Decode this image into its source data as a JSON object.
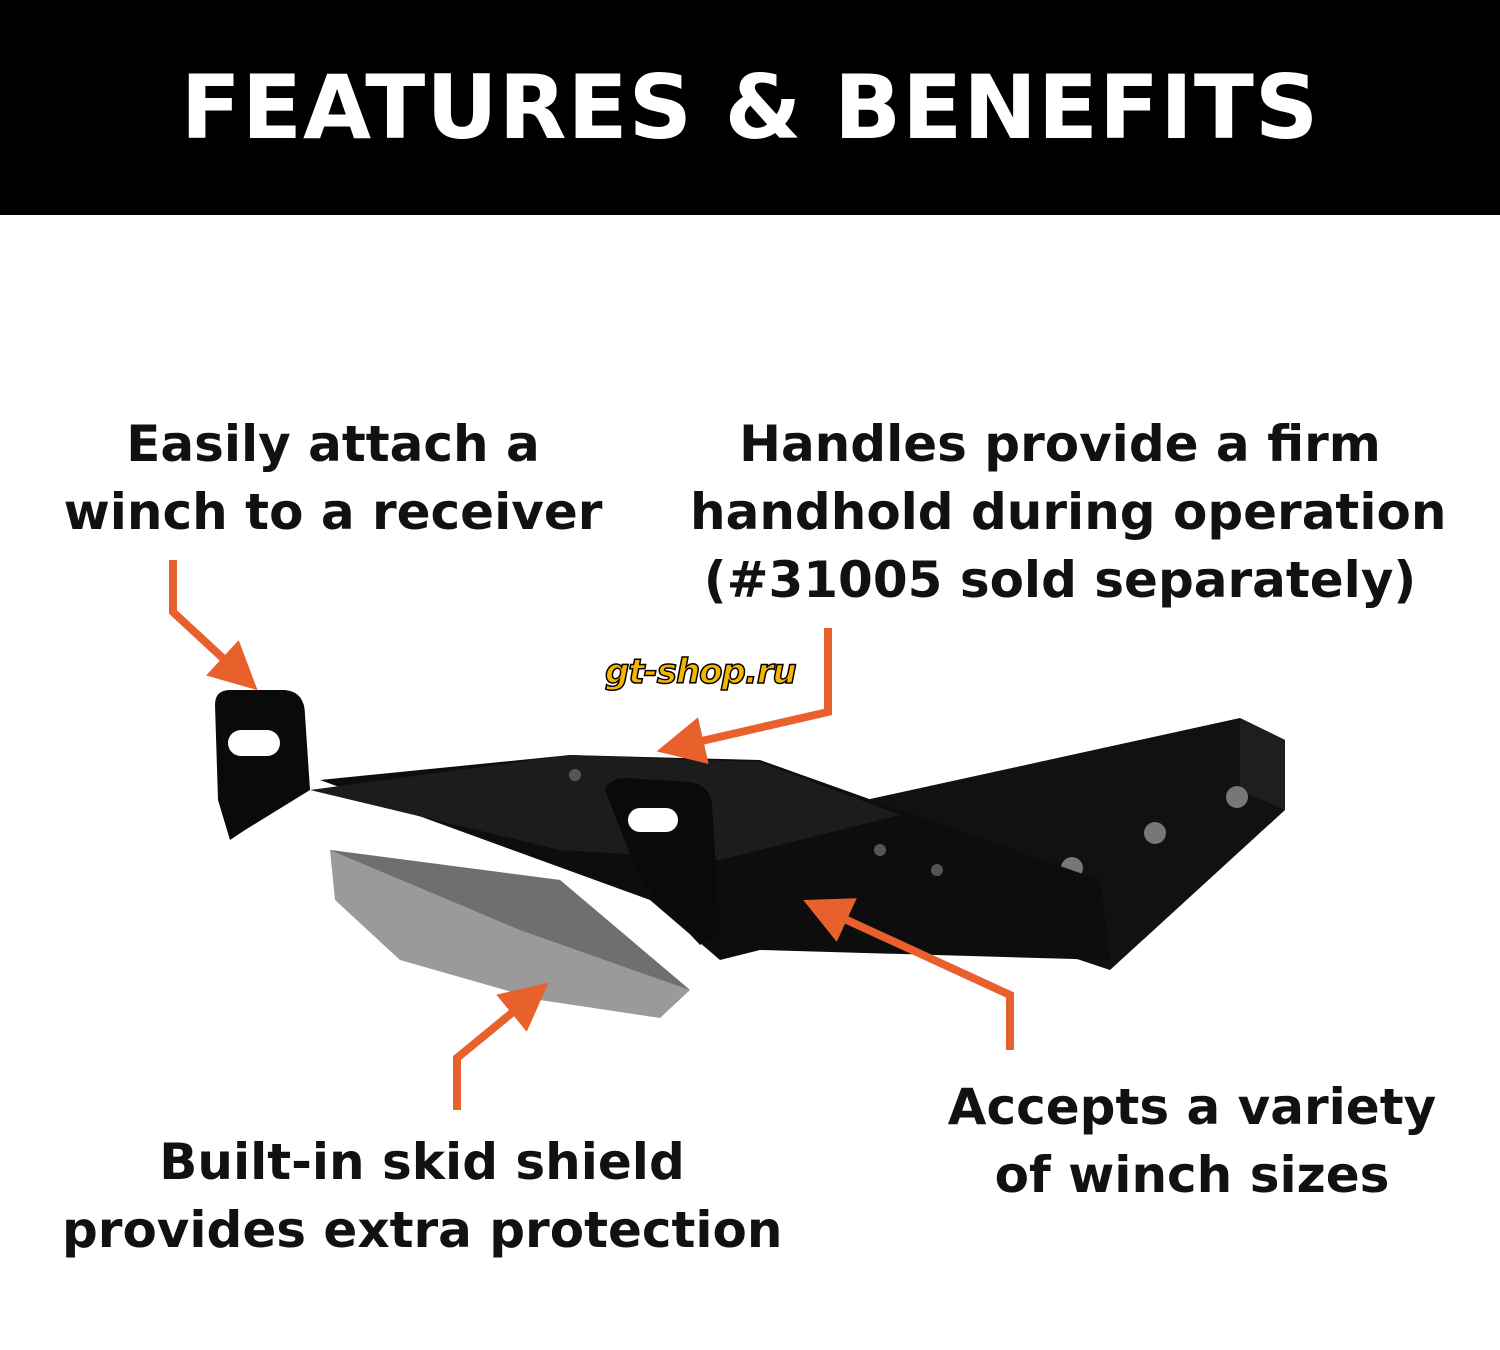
{
  "header": {
    "title": "FEATURES & BENEFITS"
  },
  "callouts": {
    "attach": [
      "Easily attach a",
      "winch to a receiver"
    ],
    "handles": [
      "Handles provide a firm",
      "handhold during operation",
      "(#31005 sold separately)"
    ],
    "variety": [
      "Accepts a variety",
      "of winch sizes"
    ],
    "skid": [
      "Built-in skid shield",
      "provides extra protection"
    ]
  },
  "watermark": "gt-shop.ru",
  "colors": {
    "accent": "#e8602c",
    "header_bg": "#000000"
  }
}
